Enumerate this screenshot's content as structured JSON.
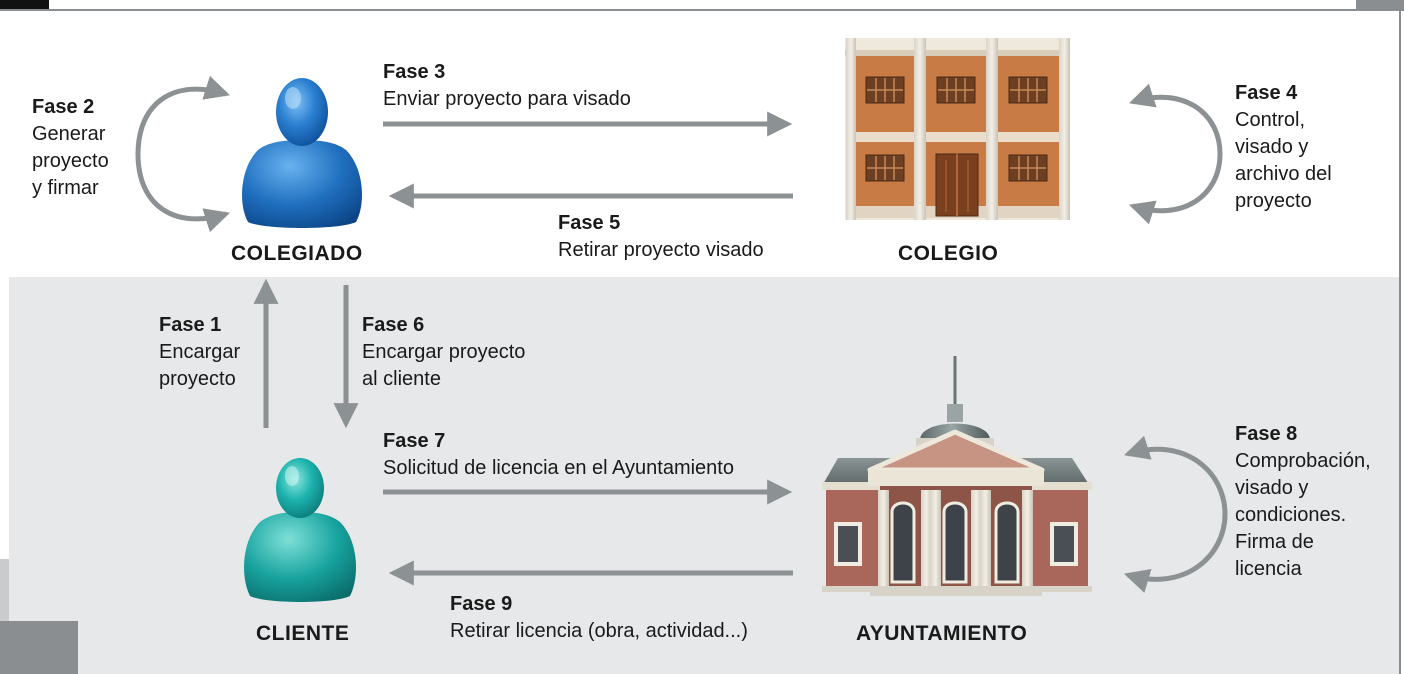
{
  "nodes": {
    "colegiado": "COLEGIADO",
    "colegio": "COLEGIO",
    "cliente": "CLIENTE",
    "ayuntamiento": "AYUNTAMIENTO"
  },
  "phases": {
    "f1": {
      "title": "Fase 1",
      "text": "Encargar\nproyecto"
    },
    "f2": {
      "title": "Fase 2",
      "text": "Generar\nproyecto\ny firmar"
    },
    "f3": {
      "title": "Fase 3",
      "text": "Enviar proyecto para visado"
    },
    "f4": {
      "title": "Fase 4",
      "text": "Control,\nvisado y\narchivo del\nproyecto"
    },
    "f5": {
      "title": "Fase 5",
      "text": "Retirar proyecto visado"
    },
    "f6": {
      "title": "Fase 6",
      "text": "Encargar proyecto\nal cliente"
    },
    "f7": {
      "title": "Fase 7",
      "text": "Solicitud de licencia en el Ayuntamiento"
    },
    "f8": {
      "title": "Fase 8",
      "text": "Comprobación,\nvisado y\ncondiciones.\nFirma de\nlicencia"
    },
    "f9": {
      "title": "Fase 9",
      "text": "Retirar licencia (obra, actividad...)"
    }
  },
  "colors": {
    "arrow": "#8c9193",
    "band": "#e6e8e9",
    "person_blue": "#1f6fbf",
    "person_teal": "#1aa7a3",
    "brick": "#c87b45",
    "townhall": "#a8675a"
  },
  "icons": [
    "person-icon",
    "college-building-icon",
    "town-hall-icon"
  ]
}
